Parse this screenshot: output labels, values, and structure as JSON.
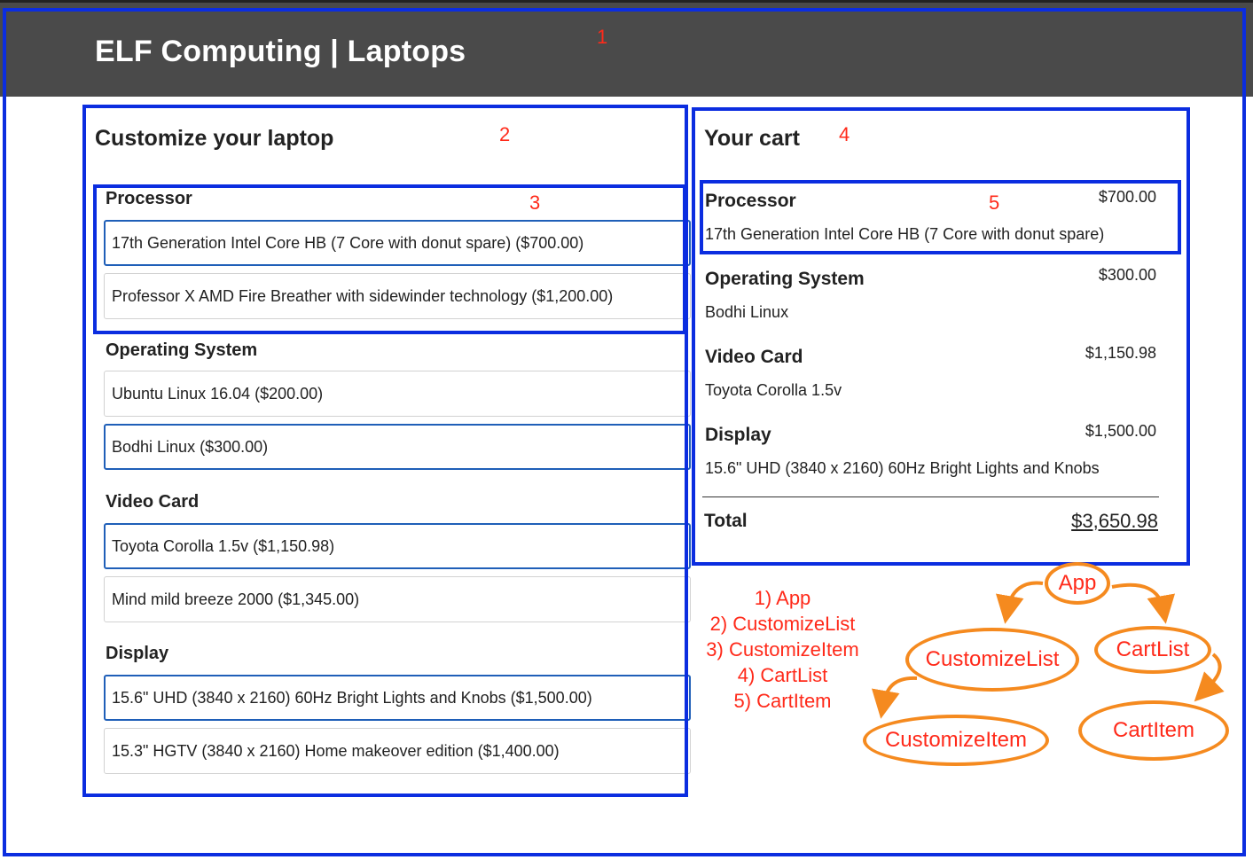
{
  "header": {
    "title": "ELF Computing | Laptops"
  },
  "customize": {
    "title": "Customize your laptop",
    "features": [
      {
        "label": "Processor",
        "options": [
          {
            "text": "17th Generation Intel Core HB (7 Core with donut spare) ($700.00)",
            "selected": true
          },
          {
            "text": "Professor X AMD Fire Breather with sidewinder technology ($1,200.00)",
            "selected": false
          }
        ]
      },
      {
        "label": "Operating System",
        "options": [
          {
            "text": "Ubuntu Linux 16.04 ($200.00)",
            "selected": false
          },
          {
            "text": "Bodhi Linux ($300.00)",
            "selected": true
          }
        ]
      },
      {
        "label": "Video Card",
        "options": [
          {
            "text": "Toyota Corolla 1.5v ($1,150.98)",
            "selected": true
          },
          {
            "text": "Mind mild breeze 2000 ($1,345.00)",
            "selected": false
          }
        ]
      },
      {
        "label": "Display",
        "options": [
          {
            "text": "15.6\" UHD (3840 x 2160) 60Hz Bright Lights and Knobs ($1,500.00)",
            "selected": true
          },
          {
            "text": "15.3\" HGTV (3840 x 2160) Home makeover edition ($1,400.00)",
            "selected": false
          }
        ]
      }
    ]
  },
  "cart": {
    "title": "Your cart",
    "items": [
      {
        "name": "Processor",
        "price": "$700.00",
        "value": "17th Generation Intel Core HB (7 Core with donut spare)"
      },
      {
        "name": "Operating System",
        "price": "$300.00",
        "value": "Bodhi Linux"
      },
      {
        "name": "Video Card",
        "price": "$1,150.98",
        "value": "Toyota Corolla 1.5v"
      },
      {
        "name": "Display",
        "price": "$1,500.00",
        "value": "15.6\" UHD (3840 x 2160) 60Hz Bright Lights and Knobs"
      }
    ],
    "total_label": "Total",
    "total_value": "$3,650.98"
  },
  "annotations": {
    "numbers": [
      "1",
      "2",
      "3",
      "4",
      "5"
    ],
    "legend": [
      "1) App",
      "2) CustomizeList",
      "3) CustomizeItem",
      "4) CartList",
      "5) CartItem"
    ],
    "tree": {
      "app": "App",
      "customize_list": "CustomizeList",
      "customize_item": "CustomizeItem",
      "cart_list": "CartList",
      "cart_item": "CartItem"
    }
  },
  "colors": {
    "header_bg": "#4a4a4a",
    "annotation_box": "#0b2de0",
    "annotation_text": "#ff2a1a",
    "tree_outline": "#f58a1f",
    "selected_border": "#1f5fb8"
  }
}
